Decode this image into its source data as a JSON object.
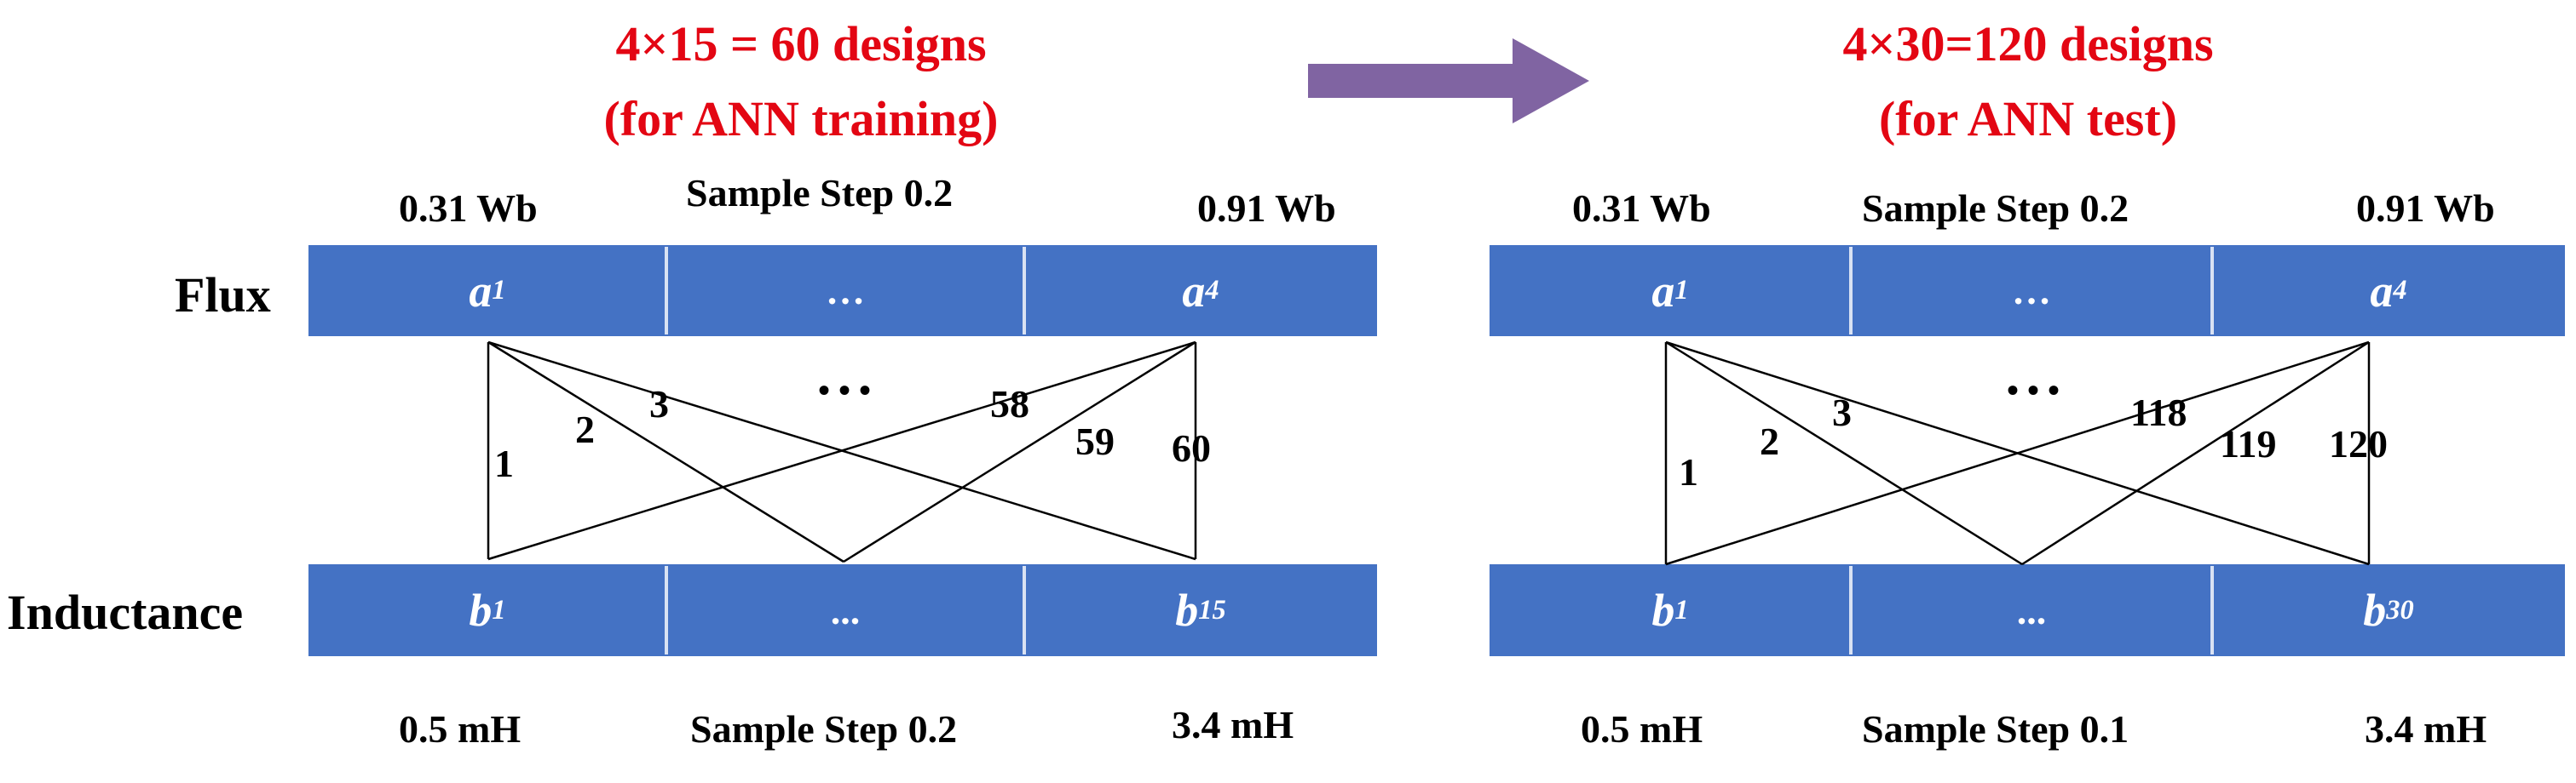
{
  "left": {
    "title_line1": "4×15 = 60 designs",
    "title_line2": "(for ANN training)",
    "flux_min": "0.31 Wb",
    "flux_step": "Sample Step 0.2",
    "flux_max": "0.91 Wb",
    "flux_cells": {
      "first": "a",
      "first_sub": "1",
      "mid": "…",
      "last": "a",
      "last_sub": "4"
    },
    "ind_cells": {
      "first": "b",
      "first_sub": "1",
      "mid": "...",
      "last": "b",
      "last_sub": "15"
    },
    "ind_min": "0.5 mH",
    "ind_step": "Sample Step 0.2",
    "ind_max": "3.4 mH",
    "labels": {
      "n1": "1",
      "n2": "2",
      "n3": "3",
      "dots": "• • •",
      "n58": "58",
      "n59": "59",
      "n60": "60"
    }
  },
  "right": {
    "title_line1": "4×30=120 designs",
    "title_line2": "(for ANN test)",
    "flux_min": "0.31 Wb",
    "flux_step": "Sample Step 0.2",
    "flux_max": "0.91 Wb",
    "flux_cells": {
      "first": "a",
      "first_sub": "1",
      "mid": "…",
      "last": "a",
      "last_sub": "4"
    },
    "ind_cells": {
      "first": "b",
      "first_sub": "1",
      "mid": "...",
      "last": "b",
      "last_sub": "30"
    },
    "ind_min": "0.5 mH",
    "ind_step": "Sample Step 0.1",
    "ind_max": "3.4 mH",
    "labels": {
      "n1": "1",
      "n2": "2",
      "n3": "3",
      "dots": "• • •",
      "n118": "118",
      "n119": "119",
      "n120": "120"
    }
  },
  "row_labels": {
    "flux": "Flux",
    "inductance": "Inductance"
  },
  "colors": {
    "title": "#e30613",
    "bar": "#4472c4",
    "arrow": "#8064a2"
  }
}
